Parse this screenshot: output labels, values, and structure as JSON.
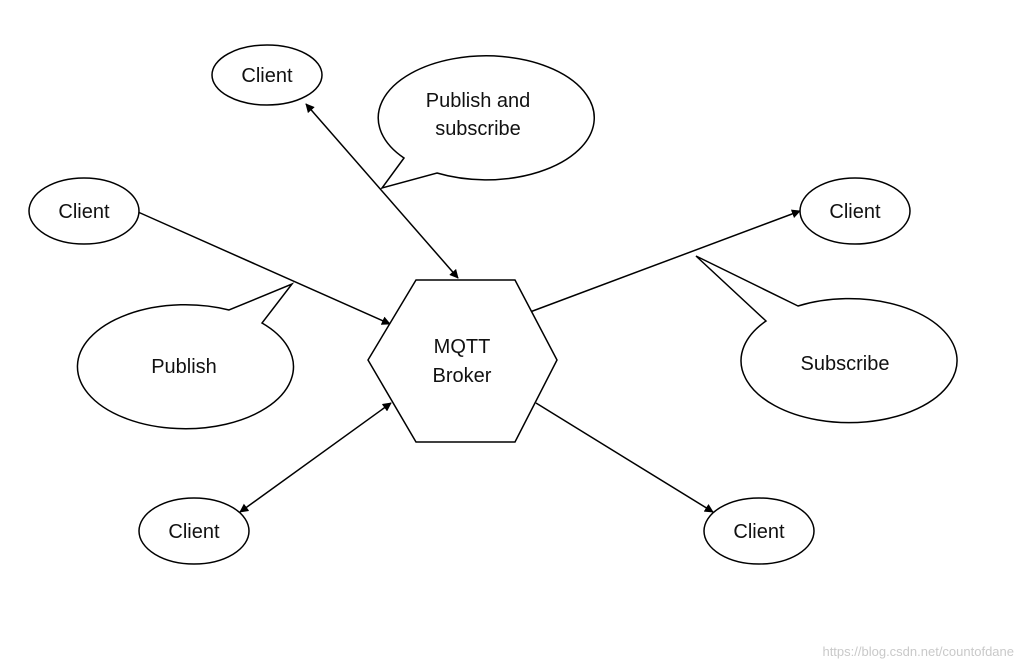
{
  "diagram": {
    "broker": {
      "line1": "MQTT",
      "line2": "Broker"
    },
    "clients": {
      "top": "Client",
      "left": "Client",
      "bottom_left": "Client",
      "right": "Client",
      "bottom_right": "Client"
    },
    "bubbles": {
      "publish_and_subscribe": {
        "line1": "Publish and",
        "line2": "subscribe"
      },
      "publish": "Publish",
      "subscribe": "Subscribe"
    }
  },
  "watermark": "https://blog.csdn.net/countofdane",
  "colors": {
    "stroke": "#000000",
    "background": "#ffffff",
    "watermark": "#c9c9c9"
  }
}
